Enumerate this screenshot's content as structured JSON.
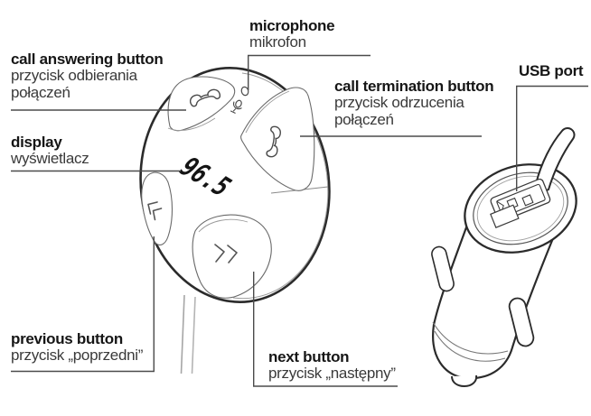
{
  "device": {
    "display_value": "96.5",
    "icons": {
      "call_answering": "phone-handset-icon",
      "call_termination": "phone-handset-icon",
      "microphone": "microphone-icon",
      "microphone_hole": "mic-hole-icon",
      "previous": "double-chevron-left-icon",
      "next": "double-chevron-right-icon"
    }
  },
  "labels": {
    "microphone": {
      "en": "microphone",
      "pl1": "mikrofon",
      "pl2": ""
    },
    "call_answering": {
      "en": "call answering button",
      "pl1": "przycisk odbierania",
      "pl2": "połączeń"
    },
    "display": {
      "en": "display",
      "pl1": "wyświetlacz",
      "pl2": ""
    },
    "call_termination": {
      "en": "call termination button",
      "pl1": "przycisk odrzucenia",
      "pl2": "połączeń"
    },
    "previous": {
      "en": "previous button",
      "pl1": "przycisk „poprzedni”",
      "pl2": ""
    },
    "next": {
      "en": "next button",
      "pl1": "przycisk „następny”",
      "pl2": ""
    },
    "usb_port": {
      "en": "USB port",
      "pl1": "",
      "pl2": ""
    }
  },
  "colors": {
    "background": "#ffffff",
    "line_art": "#2b2b2b",
    "detail_line": "#6a6a6a",
    "leader_line": "#4b4b4b",
    "text_bold": "#161616",
    "text_regular": "#3a3a3a"
  }
}
